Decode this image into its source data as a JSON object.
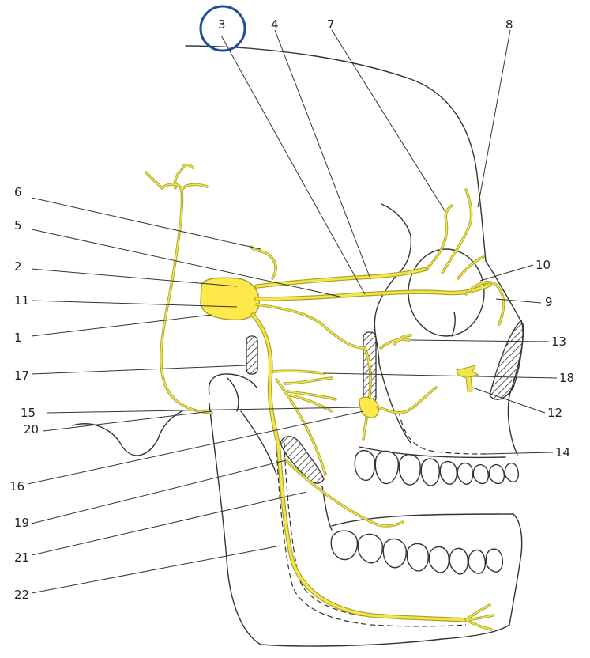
{
  "colors": {
    "nerve": "#f2e64b",
    "ganglion": "#ffe94a",
    "highlight_circle": "#1e4e9b"
  },
  "labels": {
    "l1": "1",
    "l2": "2",
    "l3": "3",
    "l4": "4",
    "l5": "5",
    "l6": "6",
    "l7": "7",
    "l8": "8",
    "l9": "9",
    "l10": "10",
    "l11": "11",
    "l12": "12",
    "l13": "13",
    "l14": "14",
    "l15": "15",
    "l16": "16",
    "l17": "17",
    "l18": "18",
    "l19": "19",
    "l20": "20",
    "l21": "21",
    "l22": "22"
  },
  "highlighted_label": "3"
}
